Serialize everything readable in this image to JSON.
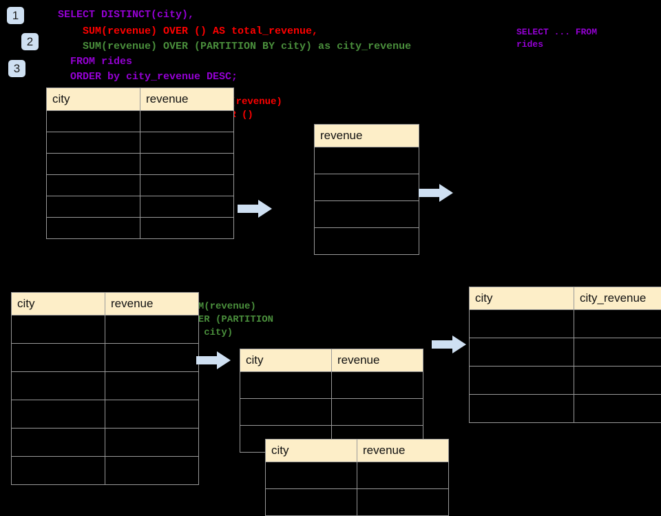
{
  "steps": [
    {
      "label": "1"
    },
    {
      "label": "2"
    },
    {
      "label": "3"
    }
  ],
  "query": {
    "line1": "SELECT DISTINCT(city),",
    "line2": "    SUM(revenue) OVER () AS total_revenue,",
    "line3": "    SUM(revenue) OVER (PARTITION BY city) as city_revenue",
    "line4": "  FROM rides",
    "line5": "  ORDER by city_revenue DESC;"
  },
  "annotations": {
    "select_from": "SELECT ... FROM\nrides",
    "sum_over_empty": "SUM(revenue)\nOVER ()",
    "sum_over_partition": "SUM(revenue)\nOVER (PARTITION\nBY city)"
  },
  "colors": {
    "background": "#000000",
    "header_fill": "#fdeec8",
    "grid_line": "#9a9a9a",
    "badge_fill": "#cfe0f2",
    "arrow_fill": "#cfe0f2",
    "purple": "#9400d3",
    "red": "#ff0000",
    "green": "#4a8f3c"
  },
  "tables": {
    "source_top": {
      "headers": [
        "city",
        "revenue"
      ],
      "row_count": 6
    },
    "revenue_total": {
      "headers": [
        "revenue"
      ],
      "row_count": 4
    },
    "source_bottom": {
      "headers": [
        "city",
        "revenue"
      ],
      "row_count": 6
    },
    "partition_a": {
      "headers": [
        "city",
        "revenue"
      ],
      "row_count": 3
    },
    "partition_b": {
      "headers": [
        "city",
        "revenue"
      ],
      "row_count": 2
    },
    "result": {
      "headers": [
        "city",
        "city_revenue"
      ],
      "row_count": 4
    }
  },
  "arrows": [
    {
      "name": "arrow-source-to-total"
    },
    {
      "name": "arrow-total-to-result"
    },
    {
      "name": "arrow-source-to-partition"
    },
    {
      "name": "arrow-partition-to-result"
    }
  ]
}
